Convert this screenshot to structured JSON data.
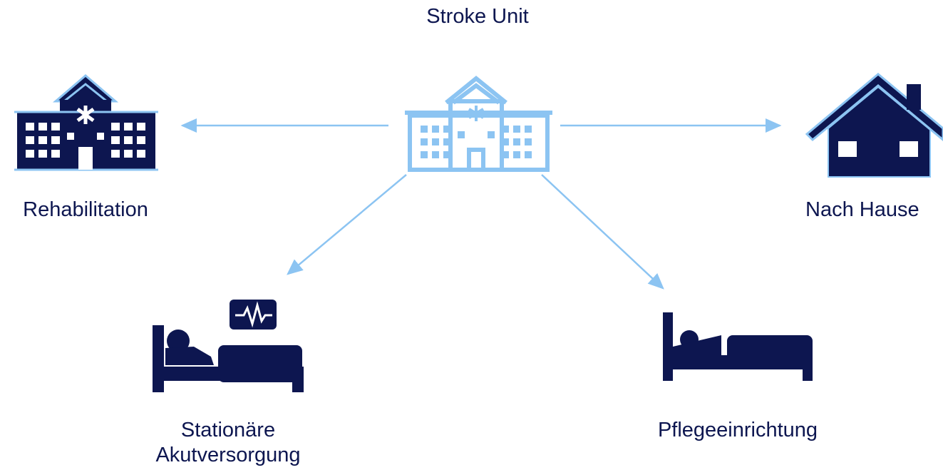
{
  "nodes": {
    "stroke_unit": {
      "label": "Stroke Unit",
      "icon": "hospital-icon",
      "color": "#8cc4f2"
    },
    "rehabilitation": {
      "label": "Rehabilitation",
      "icon": "hospital-icon",
      "color": "#0d1650"
    },
    "home": {
      "label": "Nach Hause",
      "icon": "house-icon",
      "color": "#0d1650"
    },
    "acute_care": {
      "label_line1": "Stationäre",
      "label_line2": "Akutversorgung",
      "icon": "patient-bed-monitor-icon",
      "color": "#0d1650"
    },
    "nursing_home": {
      "label": "Pflegeeinrichtung",
      "icon": "patient-bed-icon",
      "color": "#0d1650"
    }
  },
  "arrow_color": "#8cc4f2",
  "edges": [
    {
      "from": "Stroke Unit",
      "to": "Rehabilitation"
    },
    {
      "from": "Stroke Unit",
      "to": "Nach Hause"
    },
    {
      "from": "Stroke Unit",
      "to": "Stationäre Akutversorgung"
    },
    {
      "from": "Stroke Unit",
      "to": "Pflegeeinrichtung"
    }
  ]
}
